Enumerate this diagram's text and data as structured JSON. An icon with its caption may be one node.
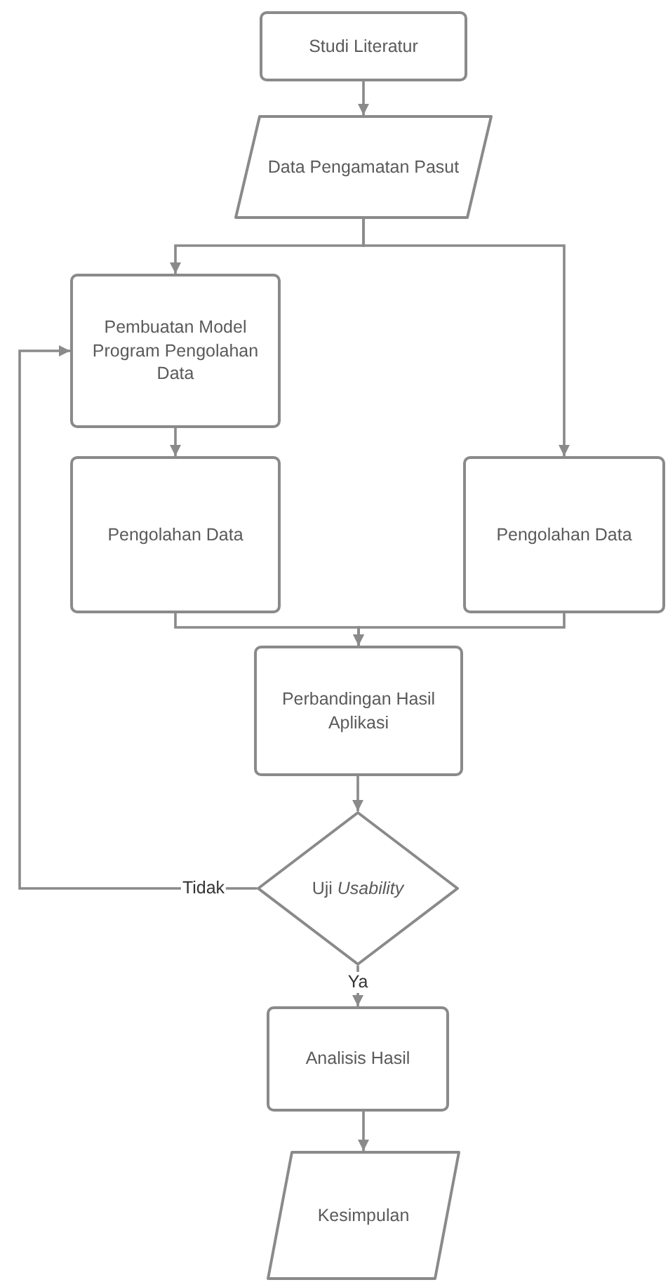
{
  "diagram": {
    "nodes": [
      {
        "text": [
          "Studi Literatur"
        ]
      },
      {
        "text": [
          "Data Pengamatan Pasut"
        ]
      },
      {
        "text": [
          "Pembuatan Model Program Pengolahan Data"
        ]
      },
      {
        "text": [
          "Pengolahan Data"
        ]
      },
      {
        "text": [
          "Pengolahan Data"
        ]
      },
      {
        "text": [
          "Perbandingan Hasil Aplikasi"
        ]
      },
      {
        "text": [
          "Uji *Usability*"
        ]
      },
      {
        "text": [
          "Analisis Hasil"
        ]
      },
      {
        "text": [
          "Kesimpulan"
        ]
      }
    ],
    "edges": [
      {
        "from": 0,
        "to": 1,
        "arrow": "to"
      },
      {
        "from": 1,
        "to": 2,
        "arrow": "to"
      },
      {
        "from": 1,
        "to": 4,
        "arrow": "to"
      },
      {
        "from": 2,
        "to": 3,
        "arrow": "to"
      },
      {
        "from": 3,
        "to": 5,
        "arrow": "to"
      },
      {
        "from": 4,
        "to": 5,
        "arrow": "to"
      },
      {
        "from": 5,
        "to": 6,
        "arrow": "to"
      },
      {
        "from": 6,
        "to": 2,
        "arrow": "to",
        "label": "Tidak"
      },
      {
        "from": 6,
        "to": 7,
        "arrow": "to",
        "label": "Ya"
      },
      {
        "from": 7,
        "to": 8,
        "arrow": "to"
      }
    ]
  }
}
